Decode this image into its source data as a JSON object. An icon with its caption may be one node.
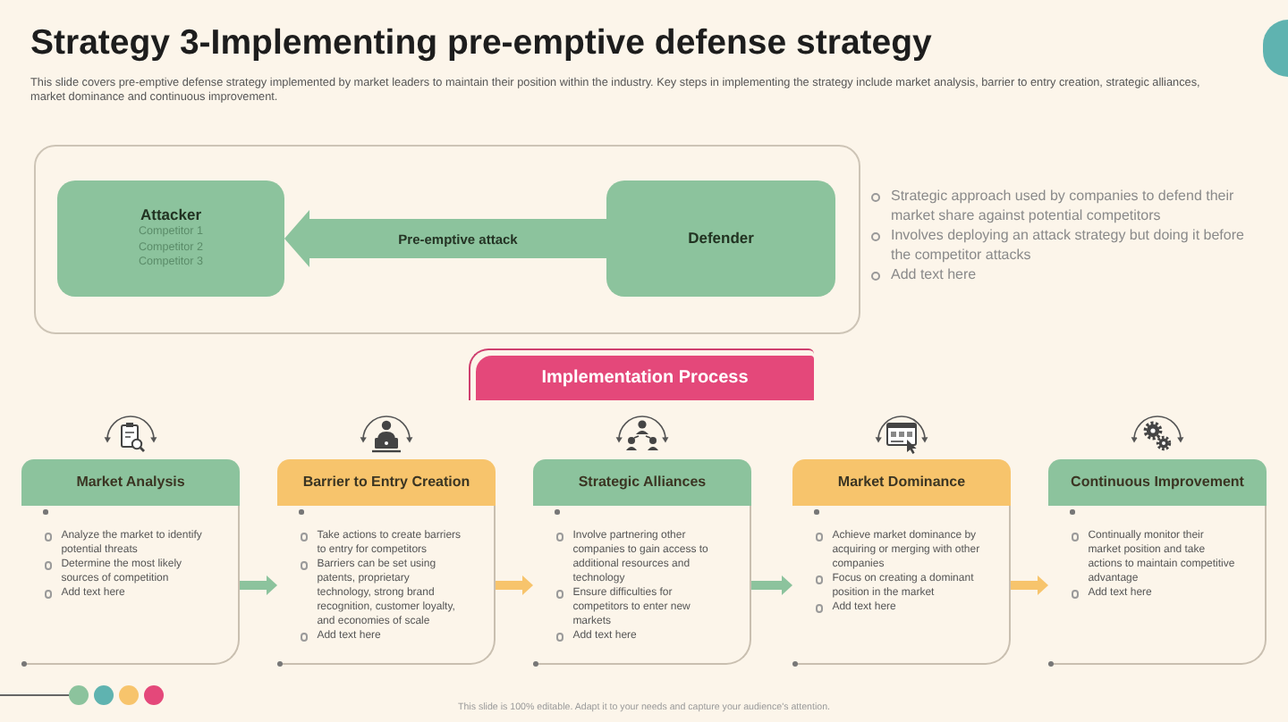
{
  "diagram": {
    "title": "Strategy 3-Implementing pre-emptive defense strategy",
    "nodes": [
      {
        "text": [],
        "shape": "box"
      },
      {
        "text": [
          "Attacker",
          "Competitor 1",
          "Competitor 2",
          "Competitor 3"
        ],
        "in": 0
      },
      {
        "text": [
          "Defender"
        ],
        "in": 0
      },
      {
        "text": [
          "Implementation Process"
        ]
      },
      {
        "text": [
          "Market Analysis"
        ]
      },
      {
        "text": [
          "Analyze the market to identify potential threats",
          "Determine the most likely sources of competition",
          "Add text here"
        ]
      },
      {
        "text": [
          "Barrier to Entry Creation"
        ]
      },
      {
        "text": [
          "Take actions to create barriers to entry for competitors",
          "Barriers can be set using patents, proprietary technology, strong brand recognition, customer loyalty, and economies of scale",
          "Add text here"
        ]
      },
      {
        "text": [
          "Strategic Alliances"
        ]
      },
      {
        "text": [
          "Involve partnering other companies to gain access to additional resources and technology",
          "Ensure difficulties for competitors to enter new markets",
          "Add text here"
        ]
      },
      {
        "text": [
          "Market Dominance"
        ]
      },
      {
        "text": [
          "Achieve market dominance by acquiring or merging with other companies",
          "Focus on creating a dominant position in the market",
          "Add text here"
        ]
      },
      {
        "text": [
          "Continuous Improvement"
        ]
      },
      {
        "text": [
          "Continually monitor their market position and take actions to maintain competitive advantage",
          "Add text here"
        ]
      }
    ],
    "edges": [
      {
        "from": 2,
        "to": 1,
        "arrow": "to",
        "label": "Pre-emptive attack",
        "style": "thick"
      },
      {
        "from": 5,
        "to": 7,
        "arrow": "to"
      },
      {
        "from": 7,
        "to": 9,
        "arrow": "to",
        "color": "#f7c46c"
      },
      {
        "from": 9,
        "to": 11,
        "arrow": "to"
      },
      {
        "from": 11,
        "to": 13,
        "arrow": "to",
        "color": "#f7c46c"
      }
    ],
    "labels": [
      "This slide covers pre-emptive defense strategy implemented by market leaders to maintain their position within the industry. Key steps in implementing the strategy include market analysis, barrier to entry creation, strategic alliances, market dominance and continuous improvement.",
      "Strategic approach used by companies to defend their market share against potential competitors",
      "Involves deploying an attack strategy but doing it before the competitor attacks",
      "Add text here",
      "This slide is 100% editable. Adapt it to your needs and capture your audience's attention."
    ]
  }
}
